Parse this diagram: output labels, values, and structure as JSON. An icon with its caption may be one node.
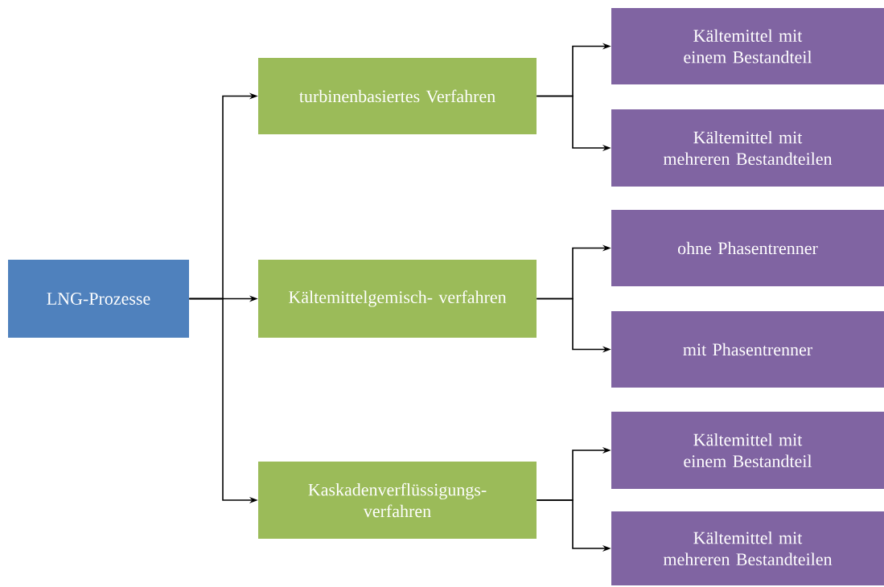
{
  "diagram": {
    "nodes": [
      {
        "text": [
          "LNG-Prozesse"
        ]
      },
      {
        "text": [
          "turbinenbasiertes Verfahren"
        ]
      },
      {
        "text": [
          "Kältemittelgemisch- verfahren"
        ]
      },
      {
        "text": [
          "Kaskadenverflüssigungs- verfahren"
        ]
      },
      {
        "text": [
          "Kältemittel mit einem Bestandteil"
        ]
      },
      {
        "text": [
          "Kältemittel mit mehreren Bestandteilen"
        ]
      },
      {
        "text": [
          "ohne Phasentrenner"
        ]
      },
      {
        "text": [
          "mit Phasentrenner"
        ]
      },
      {
        "text": [
          "Kältemittel mit einem Bestandteil"
        ]
      },
      {
        "text": [
          "Kältemittel mit mehreren Bestandteilen"
        ]
      }
    ],
    "edges": [
      {
        "from": 0,
        "to": 1,
        "arrow": "to"
      },
      {
        "from": 0,
        "to": 2,
        "arrow": "to"
      },
      {
        "from": 0,
        "to": 3,
        "arrow": "to"
      },
      {
        "from": 1,
        "to": 4,
        "arrow": "to"
      },
      {
        "from": 1,
        "to": 5,
        "arrow": "to"
      },
      {
        "from": 2,
        "to": 6,
        "arrow": "to"
      },
      {
        "from": 2,
        "to": 7,
        "arrow": "to"
      },
      {
        "from": 3,
        "to": 8,
        "arrow": "to"
      },
      {
        "from": 3,
        "to": 9,
        "arrow": "to"
      }
    ]
  }
}
